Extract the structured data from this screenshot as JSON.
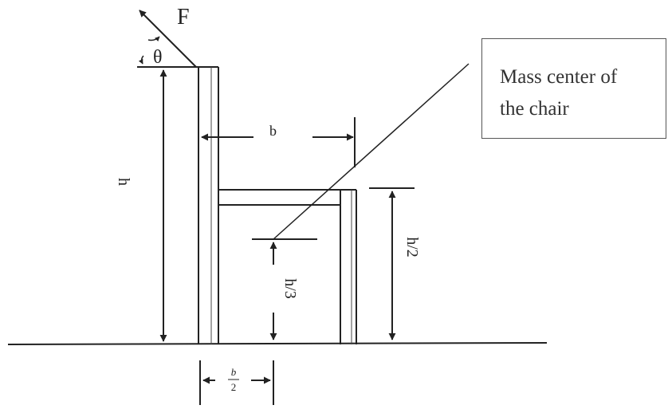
{
  "labels": {
    "force": "F",
    "angle": "θ",
    "height": "h",
    "width": "b",
    "half_height": "h/2",
    "third_height": "h/3",
    "half_width_num": "b",
    "half_width_den": "2"
  },
  "callout": {
    "line1": "Mass center of",
    "line2": "the chair"
  },
  "colors": {
    "ink": "#222222",
    "box_border": "#555555"
  }
}
